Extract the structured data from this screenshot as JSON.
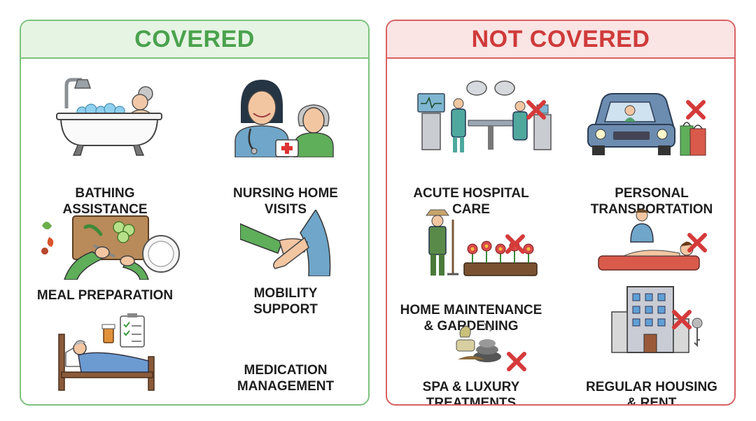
{
  "covered": {
    "title": "COVERED",
    "color": "#4aa24d",
    "items": [
      {
        "label": "BATHING\nASSISTANCE",
        "icon": "bathtub-icon"
      },
      {
        "label": "NURSING HOME\nVISITS",
        "icon": "nurse-icon"
      },
      {
        "label": "MEAL PREPARATION",
        "icon": "cutting-board-icon"
      },
      {
        "label": "MOBILITY\nSUPPORT",
        "icon": "helping-hands-icon"
      },
      {
        "label": "",
        "icon": "patient-bed-icon"
      },
      {
        "label": "MEDICATION\nMANAGEMENT",
        "icon": "none"
      }
    ]
  },
  "not_covered": {
    "title": "NOT COVERED",
    "color": "#cf3a3a",
    "items": [
      {
        "label": "ACUTE HOSPITAL\nCARE",
        "icon": "operating-room-icon"
      },
      {
        "label": "PERSONAL\nTRANSPORTATION",
        "icon": "car-icon"
      },
      {
        "label": "HOME MAINTENANCE\n& GARDENING",
        "icon": "gardener-icon"
      },
      {
        "label": "",
        "icon": "massage-icon"
      },
      {
        "label": "SPA & LUXURY\nTREATMENTS",
        "icon": "spa-stones-icon"
      },
      {
        "label": "REGULAR HOUSING\n& RENT",
        "icon": "apartment-building-icon"
      }
    ]
  }
}
